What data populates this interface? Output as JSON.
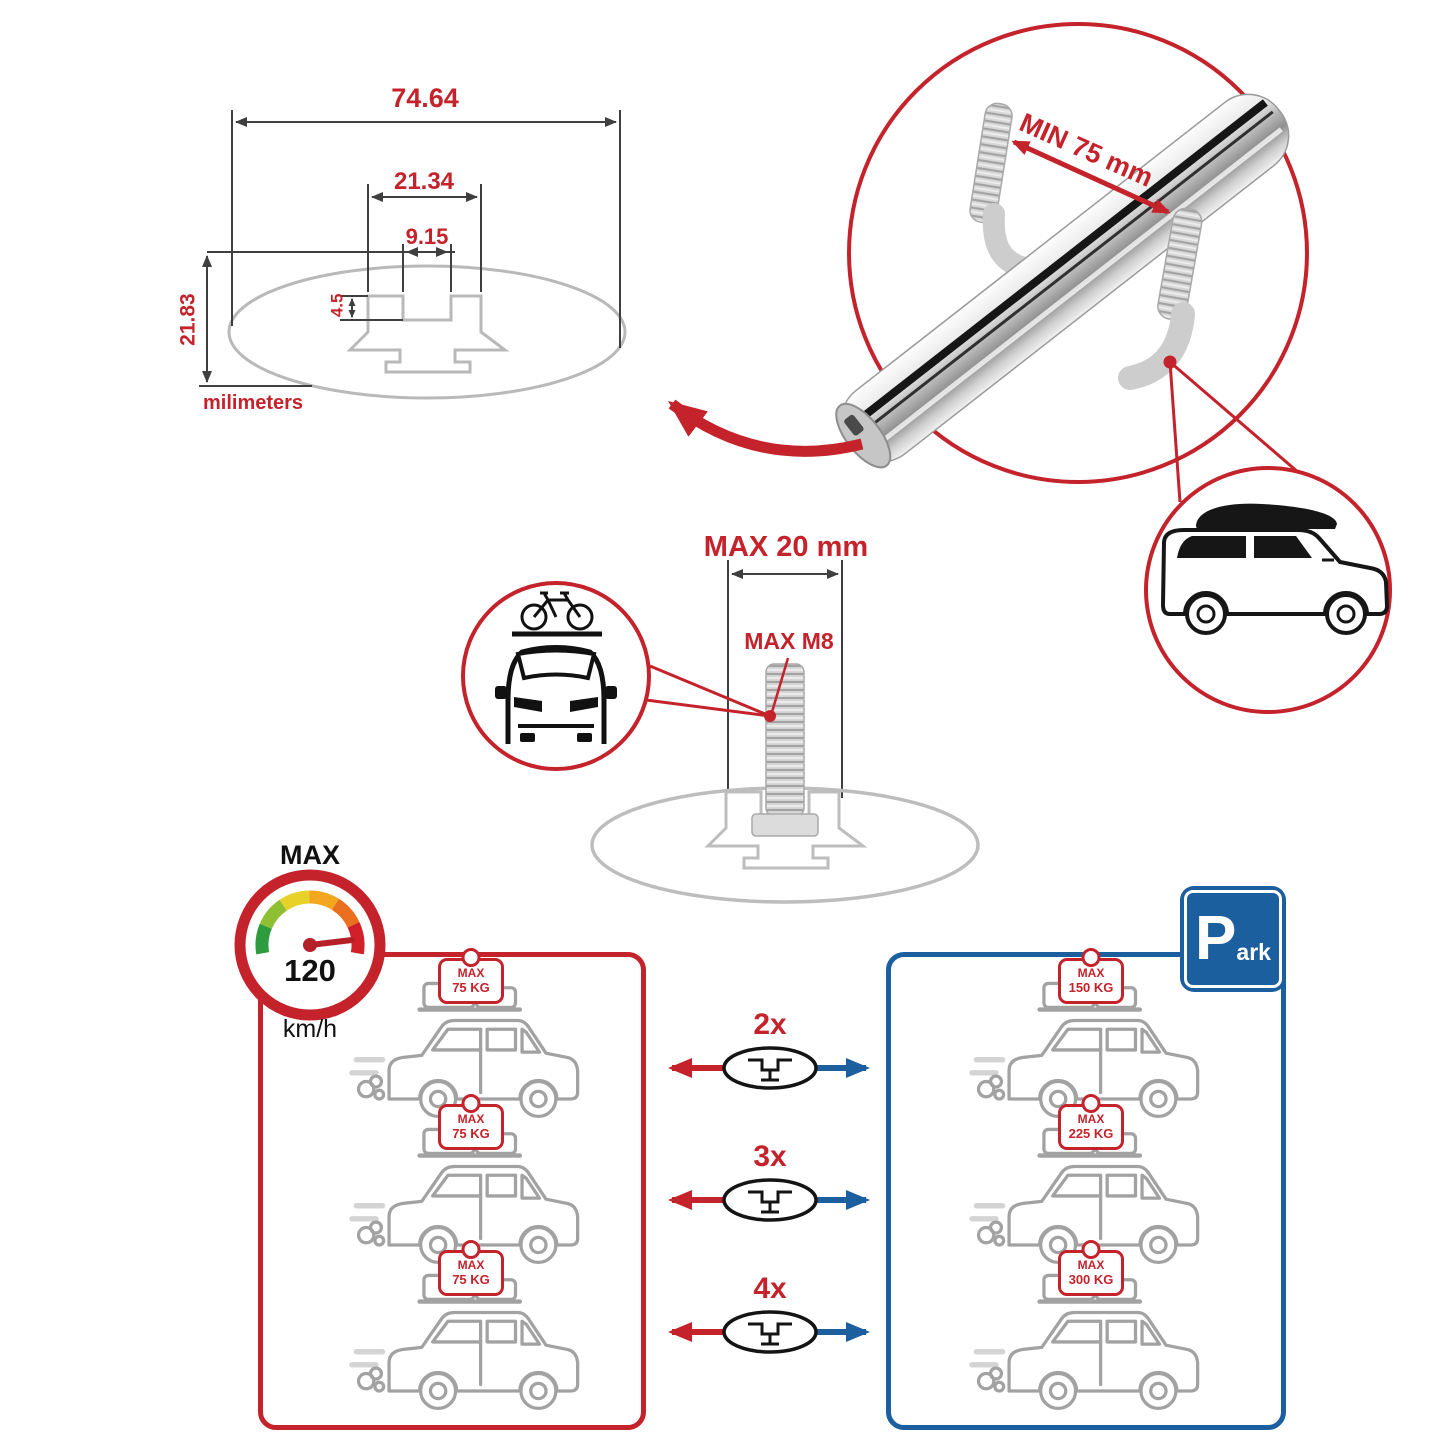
{
  "product_diagram": {
    "profile": {
      "dim_total_width": "74.64",
      "dim_slot_outer_width": "21.34",
      "dim_slot_inner_width": "9.15",
      "dim_slot_depth": "4.5",
      "dim_total_height": "21.83",
      "units": "milimeters"
    },
    "clamp": {
      "min_grip": "MIN 75 mm"
    },
    "bolt": {
      "max_length": "MAX 20 mm",
      "max_thread": "MAX M8"
    },
    "speed": {
      "label": "MAX",
      "value": "120",
      "unit": "km/h"
    },
    "multipliers": [
      "2x",
      "3x",
      "4x"
    ],
    "driving_loads": [
      {
        "label": "MAX",
        "weight": "75 KG"
      },
      {
        "label": "MAX",
        "weight": "75 KG"
      },
      {
        "label": "MAX",
        "weight": "75 KG"
      }
    ],
    "parked_loads": [
      {
        "label": "MAX",
        "weight": "150 KG"
      },
      {
        "label": "MAX",
        "weight": "225 KG"
      },
      {
        "label": "MAX",
        "weight": "300 KG"
      }
    ],
    "park_sign": {
      "letter": "P",
      "suffix": "ark"
    },
    "colors": {
      "red": "#c4232b",
      "blue": "#1c5f9e",
      "gray": "#9d9d9d"
    }
  }
}
